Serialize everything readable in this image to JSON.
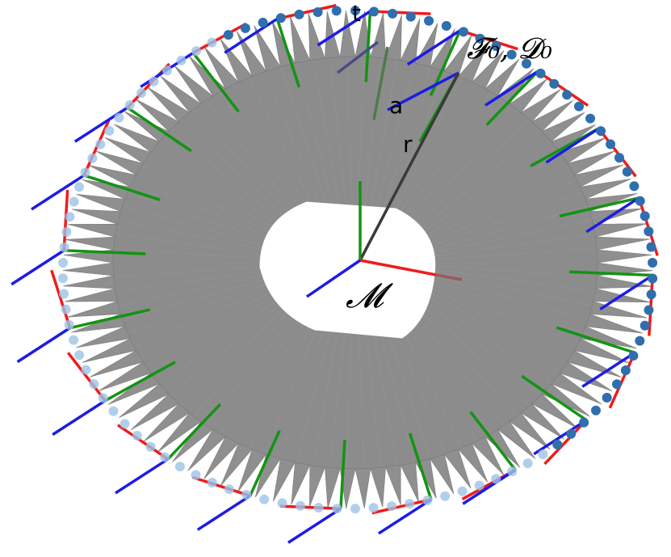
{
  "labels": {
    "t": "t",
    "a": "a",
    "r": "r",
    "frame": "𝓕₀, 𝓓₀",
    "center": "𝓜"
  },
  "colors": {
    "fan": "#8c8c8c",
    "fan_edge": "#7a7a7a",
    "dot_dark": "#2f6fae",
    "dot_light": "#9cc3e6",
    "axis_x": "#ee1c1c",
    "axis_y": "#139413",
    "axis_z": "#1c1ce6",
    "radius": "#3a3a3a",
    "background": "#ffffff"
  },
  "diagram": {
    "marker_count": 20,
    "dot_count": 100,
    "tooth_count": 100
  }
}
